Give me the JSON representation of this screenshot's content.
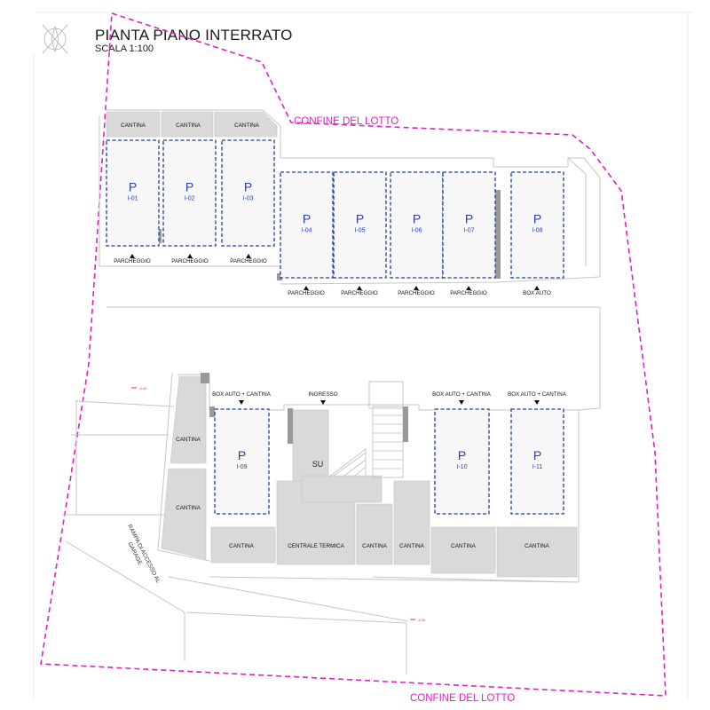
{
  "header": {
    "title": "PIANTA PIANO INTERRATO",
    "scale": "SCALA 1:100"
  },
  "boundary": {
    "label_top": "CONFINE DEL LOTTO",
    "label_bottom": "CONFINE DEL LOTTO",
    "color": "#e020c8"
  },
  "colors": {
    "parking_outline": "#1f3f9a",
    "parking_text": "#2a3fb0",
    "room_fill": "#d9d9d9",
    "wall": "#9a9a9a",
    "line": "#c8c8c8"
  },
  "parking": [
    {
      "id": "I-01",
      "symbol": "P",
      "label": "PARCHEGGIO"
    },
    {
      "id": "I-02",
      "symbol": "P",
      "label": "PARCHEGGIO"
    },
    {
      "id": "I-03",
      "symbol": "P",
      "label": "PARCHEGGIO"
    },
    {
      "id": "I-04",
      "symbol": "P",
      "label": "PARCHEGGIO"
    },
    {
      "id": "I-05",
      "symbol": "P",
      "label": "PARCHEGGIO"
    },
    {
      "id": "I-06",
      "symbol": "P",
      "label": "PARCHEGGIO"
    },
    {
      "id": "I-07",
      "symbol": "P",
      "label": "PARCHEGGIO"
    },
    {
      "id": "I-08",
      "symbol": "P",
      "label": "BOX AUTO"
    },
    {
      "id": "I-09",
      "symbol": "P",
      "label": "BOX AUTO + CANTINA"
    },
    {
      "id": "I-10",
      "symbol": "P",
      "label": "BOX AUTO + CANTINA"
    },
    {
      "id": "I-11",
      "symbol": "P",
      "label": "BOX AUTO + CANTINA"
    }
  ],
  "rooms": {
    "cantina": "CANTINA",
    "centrale_termica": "CENTRALE TERMICA",
    "ingresso": "INGRESSO",
    "stair_su": "SU"
  },
  "ramp": {
    "line1": "RAMPA DI ACCESSO AL",
    "line2": "GARAGE"
  },
  "level_marks": {
    "left": "-3.00",
    "bottom": "-3.00"
  }
}
